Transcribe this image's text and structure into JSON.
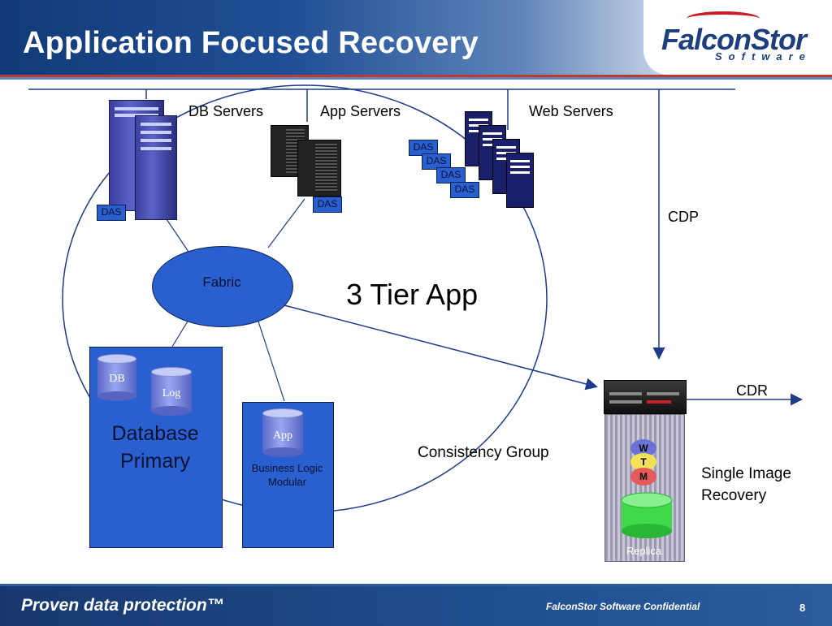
{
  "header": {
    "title": "Application Focused Recovery",
    "logo_text": "FalconStor",
    "logo_subtext": "Software"
  },
  "diagram": {
    "db_servers": "DB Servers",
    "app_servers": "App Servers",
    "web_servers": "Web Servers",
    "das_label": "DAS",
    "fabric": "Fabric",
    "three_tier": "3 Tier App",
    "cdp": "CDP",
    "cdr": "CDR",
    "db_cyl": "DB",
    "log_cyl": "Log",
    "db_primary_line1": "Database",
    "db_primary_line2": "Primary",
    "app_cyl": "App",
    "business_logic_line1": "Business Logic",
    "business_logic_line2": "Modular",
    "consistency_group": "Consistency Group",
    "single_image_line1": "Single Image",
    "single_image_line2": "Recovery",
    "replica": "Replica",
    "w": "W",
    "t": "T",
    "m": "M"
  },
  "footer": {
    "tagline": "Proven data protection™",
    "confidential": "FalconStor Software Confidential",
    "page_number": "8"
  },
  "colors": {
    "header_blue": "#1f4f94",
    "accent_red": "#c0392b",
    "box_blue": "#2a5fd0"
  }
}
